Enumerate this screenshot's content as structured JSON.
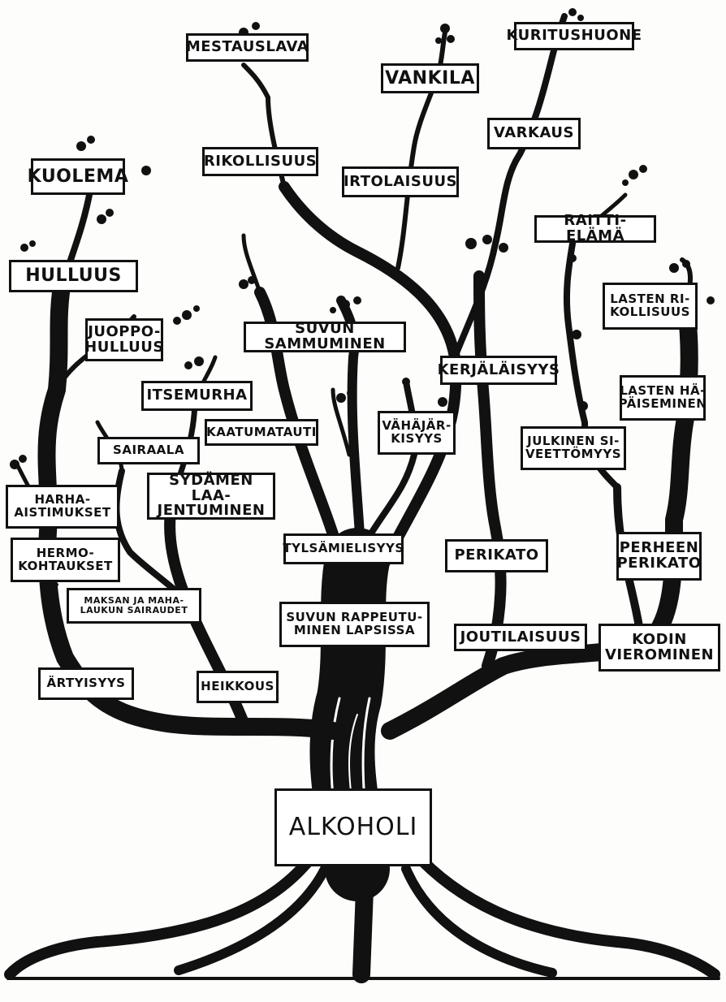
{
  "diagram": {
    "root": "ALKOHOLI",
    "labels": {
      "mestauslava": "MESTAUSLAVA",
      "vankila": "VANKILA",
      "kuritushuone": "KURITUSHUONE",
      "kuolema": "KUOLEMA",
      "rikollisuus": "RIKOLLISUUS",
      "irtolaisuus": "IRTOLAISUUS",
      "varkaus": "VARKAUS",
      "raitti_elama": "RAITTI-ELÄMÄ",
      "hulluus": "HULLUUS",
      "lasten_rikollisuus": "LASTEN RI-\nKOLLISUUS",
      "juoppohulluus": "JUOPPO-\nHULLUUS",
      "suvun_sammuminen": "SUVUN SAMMUMINEN",
      "kerjalaisyys": "KERJÄLÄISYYS",
      "itsemurha": "ITSEMURHA",
      "lasten_haipaiseminen": "LASTEN HÄ-\nPÄISEMINEN",
      "kaatumatauti": "KAATUMATAUTI",
      "vahajarkisyys": "VÄHÄJÄR-\nKISYYS",
      "julkinen_siveettomyys": "JULKINEN SI-\nVEETTÖMYYS",
      "sairaala": "SAIRAALA",
      "sydamen_laajentuminen": "SYDÄMEN LAA-\nJENTUMINEN",
      "harha_aistimukset": "HARHA-\nAISTIMUKSET",
      "hermokohtaukset": "HERMO-\nKOHTAUKSET",
      "tylsamielisyys": "TYLSÄMIELISYYS",
      "perikato": "PERIKATO",
      "perheen_perikato": "PERHEEN\nPERIKATO",
      "maksan_ja_mahalaukun": "MAKSAN JA MAHA-\nLAUKUN SAIRAUDET",
      "suvun_rappeutuminen": "SUVUN RAPPEUTU-\nMINEN LAPSISSA",
      "joutilaisuus": "JOUTILAISUUS",
      "kodin_vierominen": "KODIN\nVIEROMINEN",
      "artyisyys": "ÄRTYISYYS",
      "heikkous": "HEIKKOUS"
    }
  }
}
